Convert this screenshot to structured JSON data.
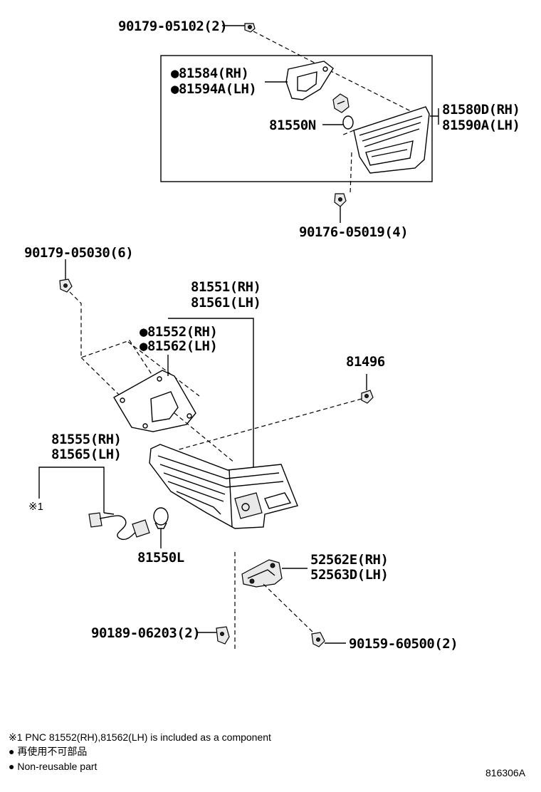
{
  "labels": {
    "p90179_05102": "90179-05102(2)",
    "p81584": "●81584(RH)",
    "p81594a": "●81594A(LH)",
    "p81550n": "81550N",
    "p81580d": "81580D(RH)",
    "p81590a": "81590A(LH)",
    "p90176_05019": "90176-05019(4)",
    "p90179_05030": "90179-05030(6)",
    "p81551": "81551(RH)",
    "p81561": "81561(LH)",
    "p81552": "●81552(RH)",
    "p81562": "●81562(LH)",
    "p81496": "81496",
    "p81555": "81555(RH)",
    "p81565": "81565(LH)",
    "ref1": "※1",
    "p81550l": "81550L",
    "p52562e": "52562E(RH)",
    "p52563d": "52563D(LH)",
    "p90189_06203": "90189-06203(2)",
    "p90159_60500": "90159-60500(2)"
  },
  "notes": {
    "note1": "※1 PNC 81552(RH),81562(LH) is included as a component",
    "note2": "● 再使用不可部品",
    "note3": "● Non-reusable part"
  },
  "figure_id": "816306A"
}
